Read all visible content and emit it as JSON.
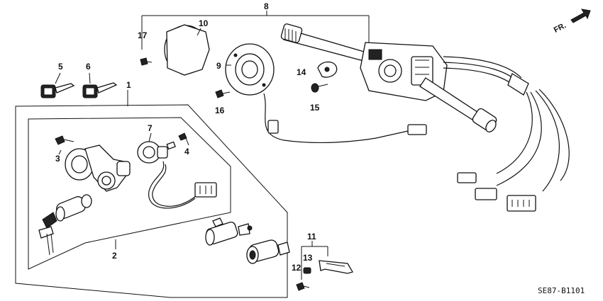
{
  "callouts": [
    {
      "id": "c1",
      "label": "1"
    },
    {
      "id": "c2",
      "label": "2"
    },
    {
      "id": "c3",
      "label": "3"
    },
    {
      "id": "c4",
      "label": "4"
    },
    {
      "id": "c5",
      "label": "5"
    },
    {
      "id": "c6",
      "label": "6"
    },
    {
      "id": "c7",
      "label": "7"
    },
    {
      "id": "c8",
      "label": "8"
    },
    {
      "id": "c9",
      "label": "9"
    },
    {
      "id": "c10",
      "label": "10"
    },
    {
      "id": "c11",
      "label": "11"
    },
    {
      "id": "c12",
      "label": "12"
    },
    {
      "id": "c13",
      "label": "13"
    },
    {
      "id": "c14",
      "label": "14"
    },
    {
      "id": "c15",
      "label": "15"
    },
    {
      "id": "c16",
      "label": "16"
    },
    {
      "id": "c17",
      "label": "17"
    }
  ],
  "direction_label": "FR.",
  "diagram_code": "SE87-B1101"
}
